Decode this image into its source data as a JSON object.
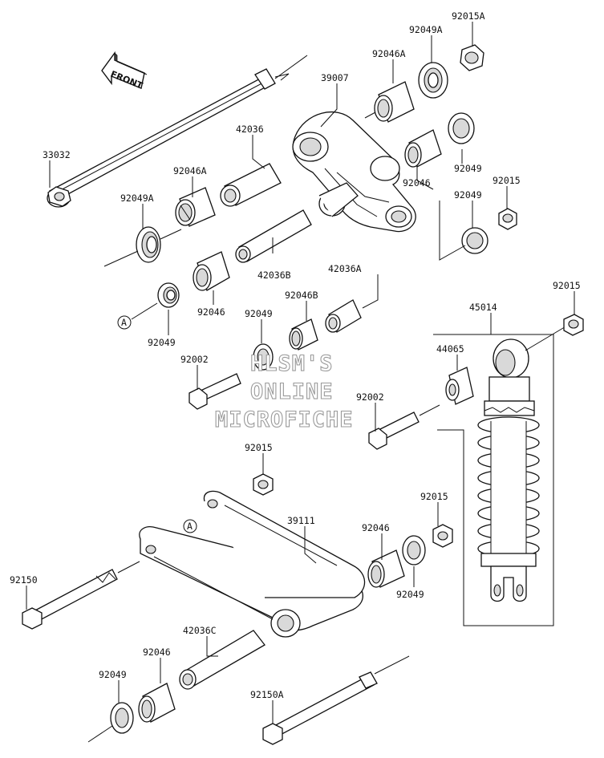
{
  "diagram": {
    "watermark": [
      "HLSM'S",
      "ONLINE",
      "MICROFICHE"
    ],
    "front_label": "FRONT",
    "ref_marker": "A",
    "part_labels": [
      {
        "id": "p1",
        "text": "92015A"
      },
      {
        "id": "p2",
        "text": "92049A"
      },
      {
        "id": "p3",
        "text": "92046A"
      },
      {
        "id": "p4",
        "text": "39007"
      },
      {
        "id": "p5",
        "text": "33032"
      },
      {
        "id": "p6",
        "text": "42036"
      },
      {
        "id": "p7",
        "text": "92046A"
      },
      {
        "id": "p8",
        "text": "92049"
      },
      {
        "id": "p9",
        "text": "92015"
      },
      {
        "id": "p10",
        "text": "92046"
      },
      {
        "id": "p11",
        "text": "92049"
      },
      {
        "id": "p12",
        "text": "92049A"
      },
      {
        "id": "p13",
        "text": "42036B"
      },
      {
        "id": "p14",
        "text": "42036A"
      },
      {
        "id": "p15",
        "text": "92046"
      },
      {
        "id": "p16",
        "text": "92046B"
      },
      {
        "id": "p17",
        "text": "92015"
      },
      {
        "id": "p18",
        "text": "45014"
      },
      {
        "id": "p19",
        "text": "92049"
      },
      {
        "id": "p20",
        "text": "92049"
      },
      {
        "id": "p21",
        "text": "92002"
      },
      {
        "id": "p22",
        "text": "44065"
      },
      {
        "id": "p23",
        "text": "92002"
      },
      {
        "id": "p24",
        "text": "92015"
      },
      {
        "id": "p25",
        "text": "92015"
      },
      {
        "id": "p26",
        "text": "39111"
      },
      {
        "id": "p27",
        "text": "92046"
      },
      {
        "id": "p28",
        "text": "92150"
      },
      {
        "id": "p29",
        "text": "92049"
      },
      {
        "id": "p30",
        "text": "42036C"
      },
      {
        "id": "p31",
        "text": "92046"
      },
      {
        "id": "p32",
        "text": "92049"
      },
      {
        "id": "p33",
        "text": "92150A"
      }
    ]
  }
}
